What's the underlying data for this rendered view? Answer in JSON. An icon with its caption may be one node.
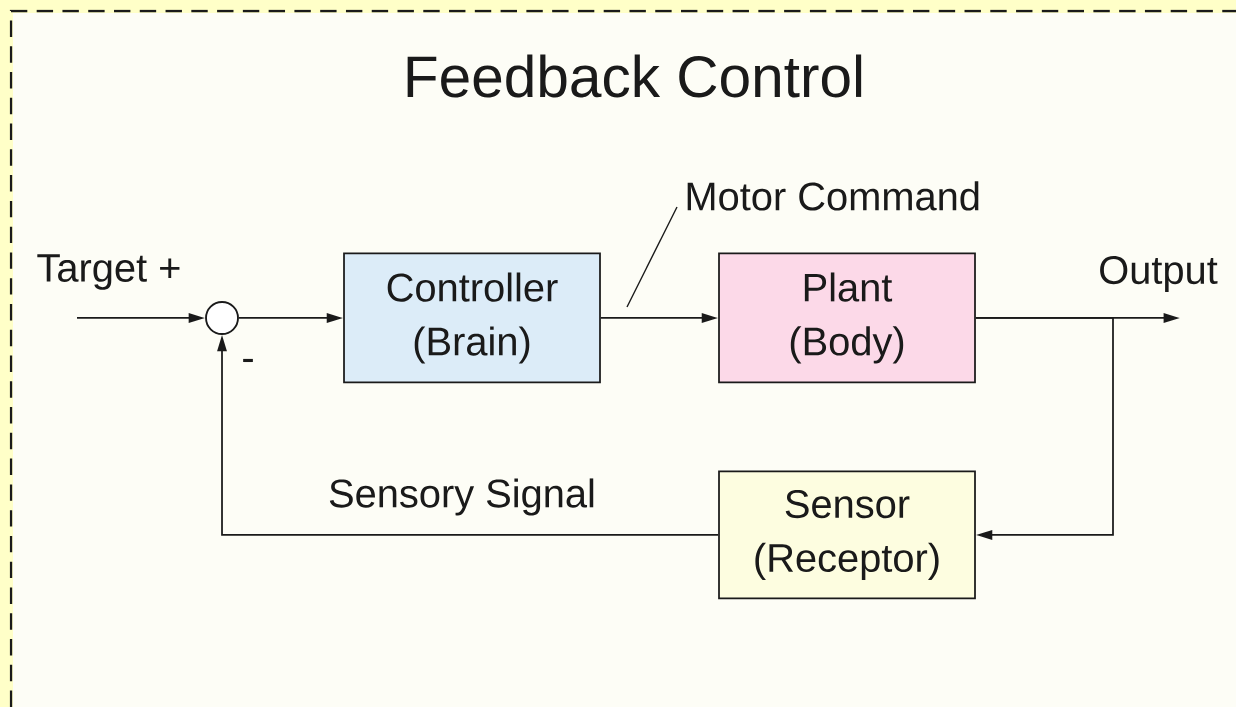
{
  "diagram": {
    "title": "Feedback Control",
    "nodes": [
      {
        "text": [],
        "shape": "circle"
      },
      {
        "text": [
          "Controller (Brain)"
        ]
      },
      {
        "text": [
          "Plant (Body)"
        ]
      },
      {
        "text": [
          "Sensor (Receptor)"
        ]
      }
    ],
    "edges": [
      {
        "from": null,
        "to": 0,
        "arrow": "to"
      },
      {
        "from": 0,
        "to": 1,
        "arrow": "to"
      },
      {
        "from": 1,
        "to": 2,
        "arrow": "to",
        "label": "Motor Command"
      },
      {
        "from": 2,
        "to": null,
        "arrow": "to",
        "label": "Output"
      },
      {
        "from": 2,
        "to": 3,
        "arrow": "to"
      },
      {
        "from": 3,
        "to": 0,
        "arrow": "to",
        "label": "Sensory Signal"
      }
    ],
    "labels": [
      "Target +",
      "-"
    ]
  }
}
